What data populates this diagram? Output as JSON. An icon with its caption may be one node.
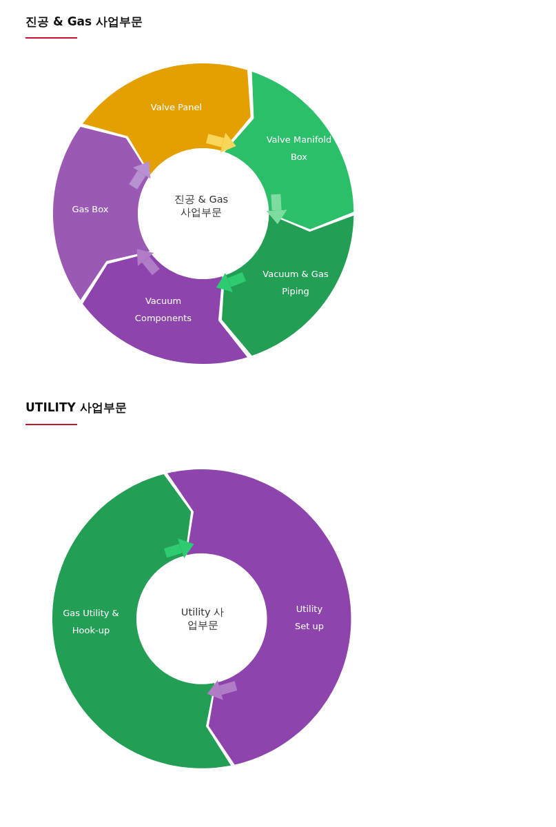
{
  "diagram": {
    "nodes": [
      {
        "text": [
          "Valve Panel"
        ]
      },
      {
        "text": [
          "Valve Manifold Box"
        ]
      },
      {
        "text": [
          "Vacuum & Gas Piping"
        ]
      },
      {
        "text": [
          "Vacuum Components"
        ]
      },
      {
        "text": [
          "Gas Box"
        ]
      },
      {
        "text": [
          "진공 & Gas 사업부문"
        ]
      },
      {
        "text": [
          "Gas Utility & Hook-up"
        ]
      },
      {
        "text": [
          "Utility 사업부문"
        ]
      },
      {
        "text": [
          "Utility Set up"
        ]
      }
    ],
    "edges": [
      {
        "from": 0,
        "to": 1,
        "arrow": "to",
        "color": "#f7d65a"
      },
      {
        "from": 1,
        "to": 2,
        "arrow": "to",
        "color": "#7ddc9f"
      },
      {
        "from": 2,
        "to": 3,
        "arrow": "to",
        "color": "#2ecc71"
      },
      {
        "from": 3,
        "to": 4,
        "arrow": "to",
        "color": "#b07cc6"
      },
      {
        "from": 4,
        "to": 0,
        "arrow": "to",
        "color": "#b891d0"
      },
      {
        "from": 6,
        "to": 8,
        "arrow": "to",
        "color": "#2ecc71"
      },
      {
        "from": 8,
        "to": 6,
        "arrow": "to",
        "color": "#b07cc6"
      }
    ],
    "labels": [
      "진공 & Gas 사업부문",
      "UTILITY 사업부문"
    ]
  }
}
